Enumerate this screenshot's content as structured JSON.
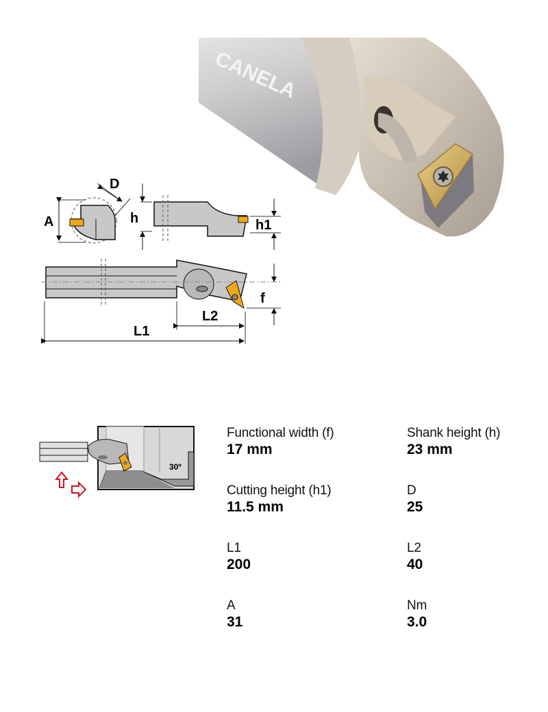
{
  "product_photo": {
    "brand_text": "CANELA",
    "colors": {
      "shank": "#b5b3b6",
      "head": "#c2b9ac",
      "insert": "#c9a55a",
      "background": "#ffffff"
    }
  },
  "dimension_drawing": {
    "labels": {
      "D": "D",
      "A": "A",
      "h": "h",
      "h1": "h1",
      "f": "f",
      "L1": "L1",
      "L2": "L2"
    },
    "colors": {
      "body": "#c8c8c8",
      "insert": "#f0a818",
      "outline": "#1a1a1a"
    }
  },
  "application_diagram": {
    "angle_label": "30º",
    "colors": {
      "arrows": "#d0152a",
      "workpiece": "#d6d6d6"
    }
  },
  "specs": [
    {
      "label": "Functional width (f)",
      "value": "17 mm"
    },
    {
      "label": "Shank height (h)",
      "value": "23 mm"
    },
    {
      "label": "Cutting height (h1)",
      "value": "11.5 mm"
    },
    {
      "label": "D",
      "value": "25"
    },
    {
      "label": "L1",
      "value": "200"
    },
    {
      "label": "L2",
      "value": "40"
    },
    {
      "label": "A",
      "value": "31"
    },
    {
      "label": "Nm",
      "value": "3.0"
    }
  ]
}
